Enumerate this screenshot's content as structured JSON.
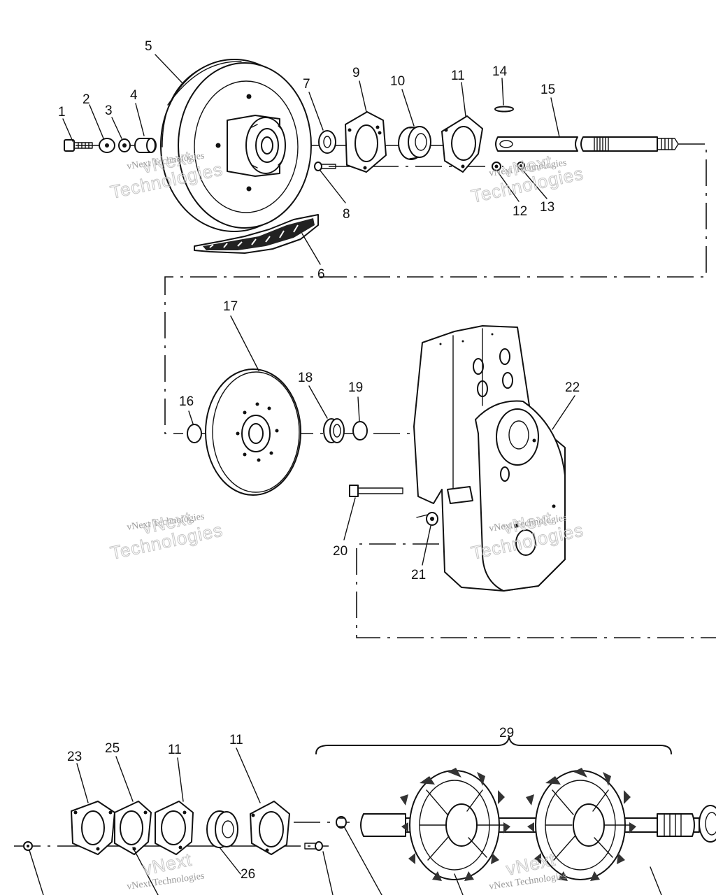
{
  "diagram": {
    "callouts": [
      {
        "id": "c1",
        "text": "1"
      },
      {
        "id": "c2",
        "text": "2"
      },
      {
        "id": "c3",
        "text": "3"
      },
      {
        "id": "c4",
        "text": "4"
      },
      {
        "id": "c5",
        "text": "5"
      },
      {
        "id": "c6",
        "text": "6"
      },
      {
        "id": "c7",
        "text": "7"
      },
      {
        "id": "c8",
        "text": "8"
      },
      {
        "id": "c9",
        "text": "9"
      },
      {
        "id": "c10",
        "text": "10"
      },
      {
        "id": "c11a",
        "text": "11"
      },
      {
        "id": "c12",
        "text": "12"
      },
      {
        "id": "c13",
        "text": "13"
      },
      {
        "id": "c14",
        "text": "14"
      },
      {
        "id": "c15",
        "text": "15"
      },
      {
        "id": "c16",
        "text": "16"
      },
      {
        "id": "c17",
        "text": "17"
      },
      {
        "id": "c18",
        "text": "18"
      },
      {
        "id": "c19",
        "text": "19"
      },
      {
        "id": "c20",
        "text": "20"
      },
      {
        "id": "c21",
        "text": "21"
      },
      {
        "id": "c22",
        "text": "22"
      },
      {
        "id": "c23",
        "text": "23"
      },
      {
        "id": "c25",
        "text": "25"
      },
      {
        "id": "c11b",
        "text": "11"
      },
      {
        "id": "c11c",
        "text": "11"
      },
      {
        "id": "c26",
        "text": "26"
      },
      {
        "id": "c29",
        "text": "29"
      }
    ],
    "watermark": {
      "line1": "vNext Technologies",
      "line2a": "vNext",
      "line2b": "Technologies"
    }
  },
  "colors": {
    "ink": "#111111",
    "watermark_small": "#9a9a9a",
    "watermark_outline": "#c6c6c6",
    "background": "#ffffff"
  }
}
